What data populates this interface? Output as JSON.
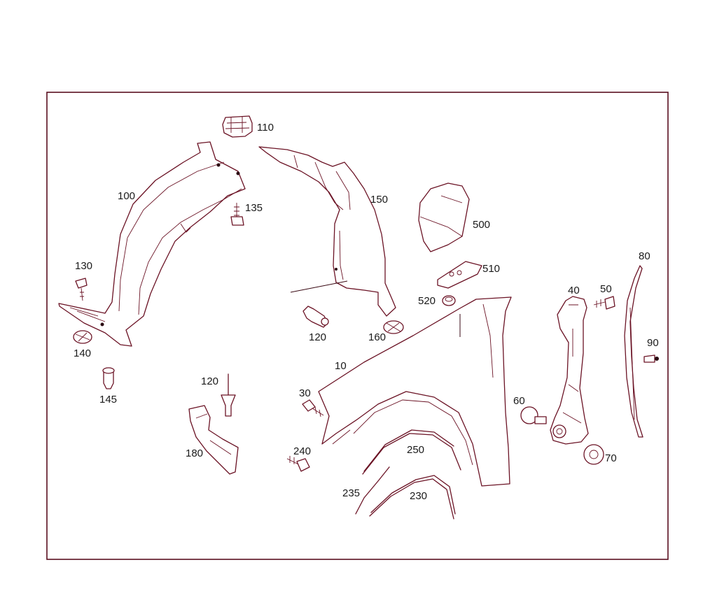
{
  "labels": {
    "p10": "10",
    "p30": "30",
    "p40": "40",
    "p50": "50",
    "p60": "60",
    "p70": "70",
    "p80": "80",
    "p90": "90",
    "p100": "100",
    "p110": "110",
    "p120a": "120",
    "p120b": "120",
    "p130": "130",
    "p135": "135",
    "p140": "140",
    "p145": "145",
    "p150": "150",
    "p160": "160",
    "p180": "180",
    "p230": "230",
    "p235": "235",
    "p240": "240",
    "p250": "250",
    "p500": "500",
    "p510": "510",
    "p520": "520"
  },
  "colors": {
    "line": "#6b1325",
    "frame": "#5a0f1f",
    "text": "#1a1a1a",
    "background": "#ffffff"
  }
}
